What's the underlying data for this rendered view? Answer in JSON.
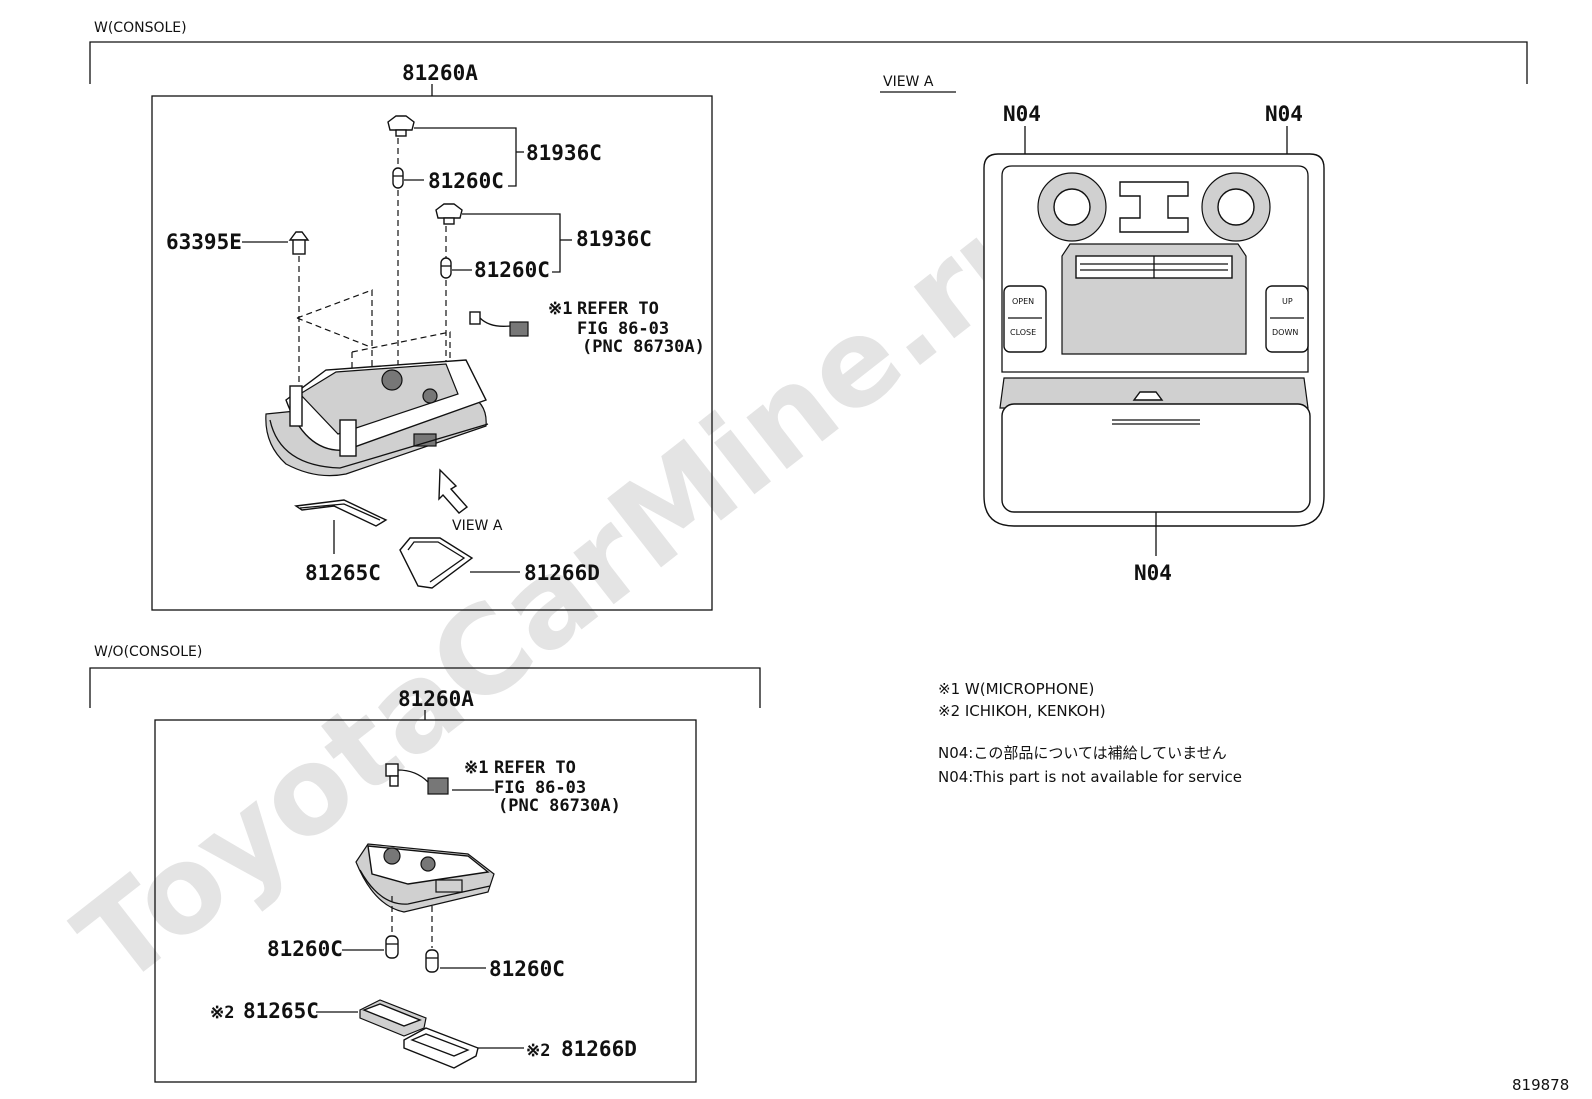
{
  "watermark": "ToyotaCarMine.ru",
  "figure_id": "819878",
  "sections": {
    "w_console": {
      "title": "W(CONSOLE)",
      "main_part": "81260A",
      "parts": {
        "bulb_holder_1": "81936C",
        "bulb_1": "81260C",
        "bulb_holder_2": "81936C",
        "bulb_2": "81260C",
        "clip": "63395E",
        "lens": "81265C",
        "gasket": "81266D"
      },
      "reference": {
        "marker": "※1",
        "line1": "REFER TO",
        "line2": "FIG 86-03",
        "line3": "(PNC 86730A)"
      },
      "view_label": "VIEW A"
    },
    "view_a": {
      "title": "VIEW A",
      "label_left": "N04",
      "label_right": "N04",
      "label_bottom": "N04",
      "switch_left_top": "OPEN",
      "switch_left_bottom": "CLOSE",
      "switch_right_top": "UP",
      "switch_right_bottom": "DOWN"
    },
    "wo_console": {
      "title": "W/O(CONSOLE)",
      "main_part": "81260A",
      "reference": {
        "marker": "※1",
        "line1": "REFER TO",
        "line2": "FIG 86-03",
        "line3": "(PNC 86730A)"
      },
      "parts": {
        "bulb_left": "81260C",
        "bulb_right": "81260C",
        "lens_marker": "※2",
        "lens": "81265C",
        "gasket_marker": "※2",
        "gasket": "81266D"
      }
    }
  },
  "notes": {
    "note1": "※1 W(MICROPHONE)",
    "note2": "※2 ICHIKOH, KENKOH)",
    "note_ja": "N04:この部品については補給していません",
    "note_en": "N04:This part is not available for service"
  }
}
